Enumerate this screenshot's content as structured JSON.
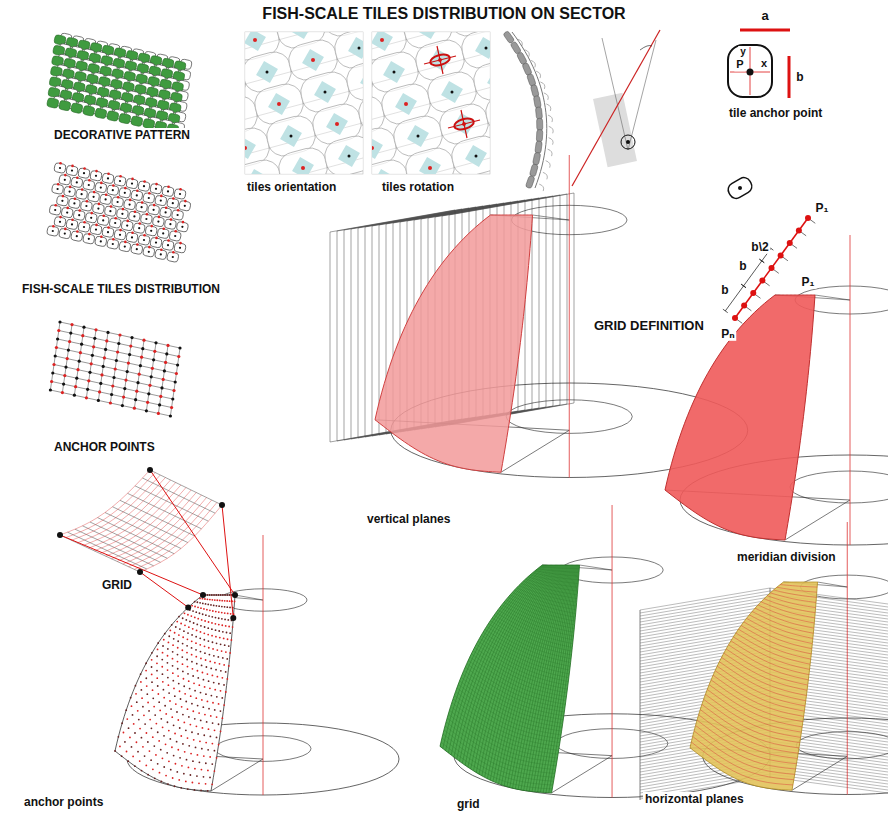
{
  "diagram": {
    "title": "FISH-SCALE TILES DISTRIBUTION ON SECTOR",
    "labels": [
      "DECORATIVE PATTERN",
      "tiles orientation",
      "tiles rotation",
      "a",
      "y",
      "P",
      "x",
      "b",
      "tile anchor point",
      "FISH-SCALE TILES DISTRIBUTION",
      "b",
      "b",
      "b\\2",
      "P₁",
      "GRID DEFINITION",
      "P₁",
      "Pₙ",
      "ANCHOR POINTS",
      "vertical planes",
      "meridian division",
      "GRID",
      "anchor points",
      "grid",
      "horizontal planes"
    ]
  }
}
